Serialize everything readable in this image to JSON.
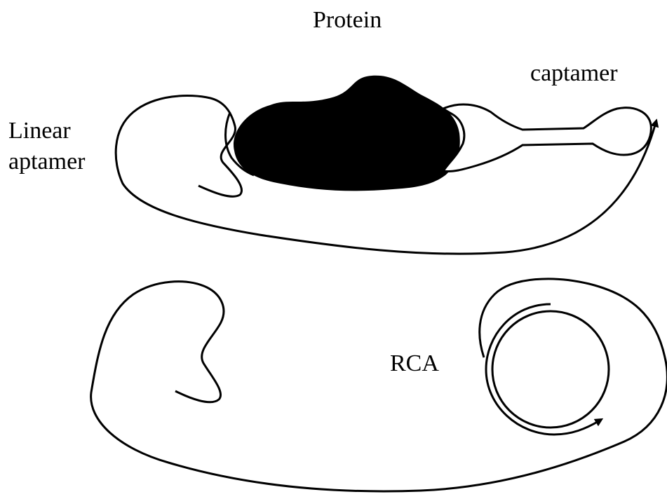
{
  "labels": {
    "protein": "Protein",
    "captamer": "captamer",
    "linear_aptamer_line1": "Linear",
    "linear_aptamer_line2": "aptamer",
    "rca": "RCA"
  },
  "colors": {
    "stroke": "#000000",
    "fill_protein": "#000000",
    "background": "#ffffff"
  }
}
